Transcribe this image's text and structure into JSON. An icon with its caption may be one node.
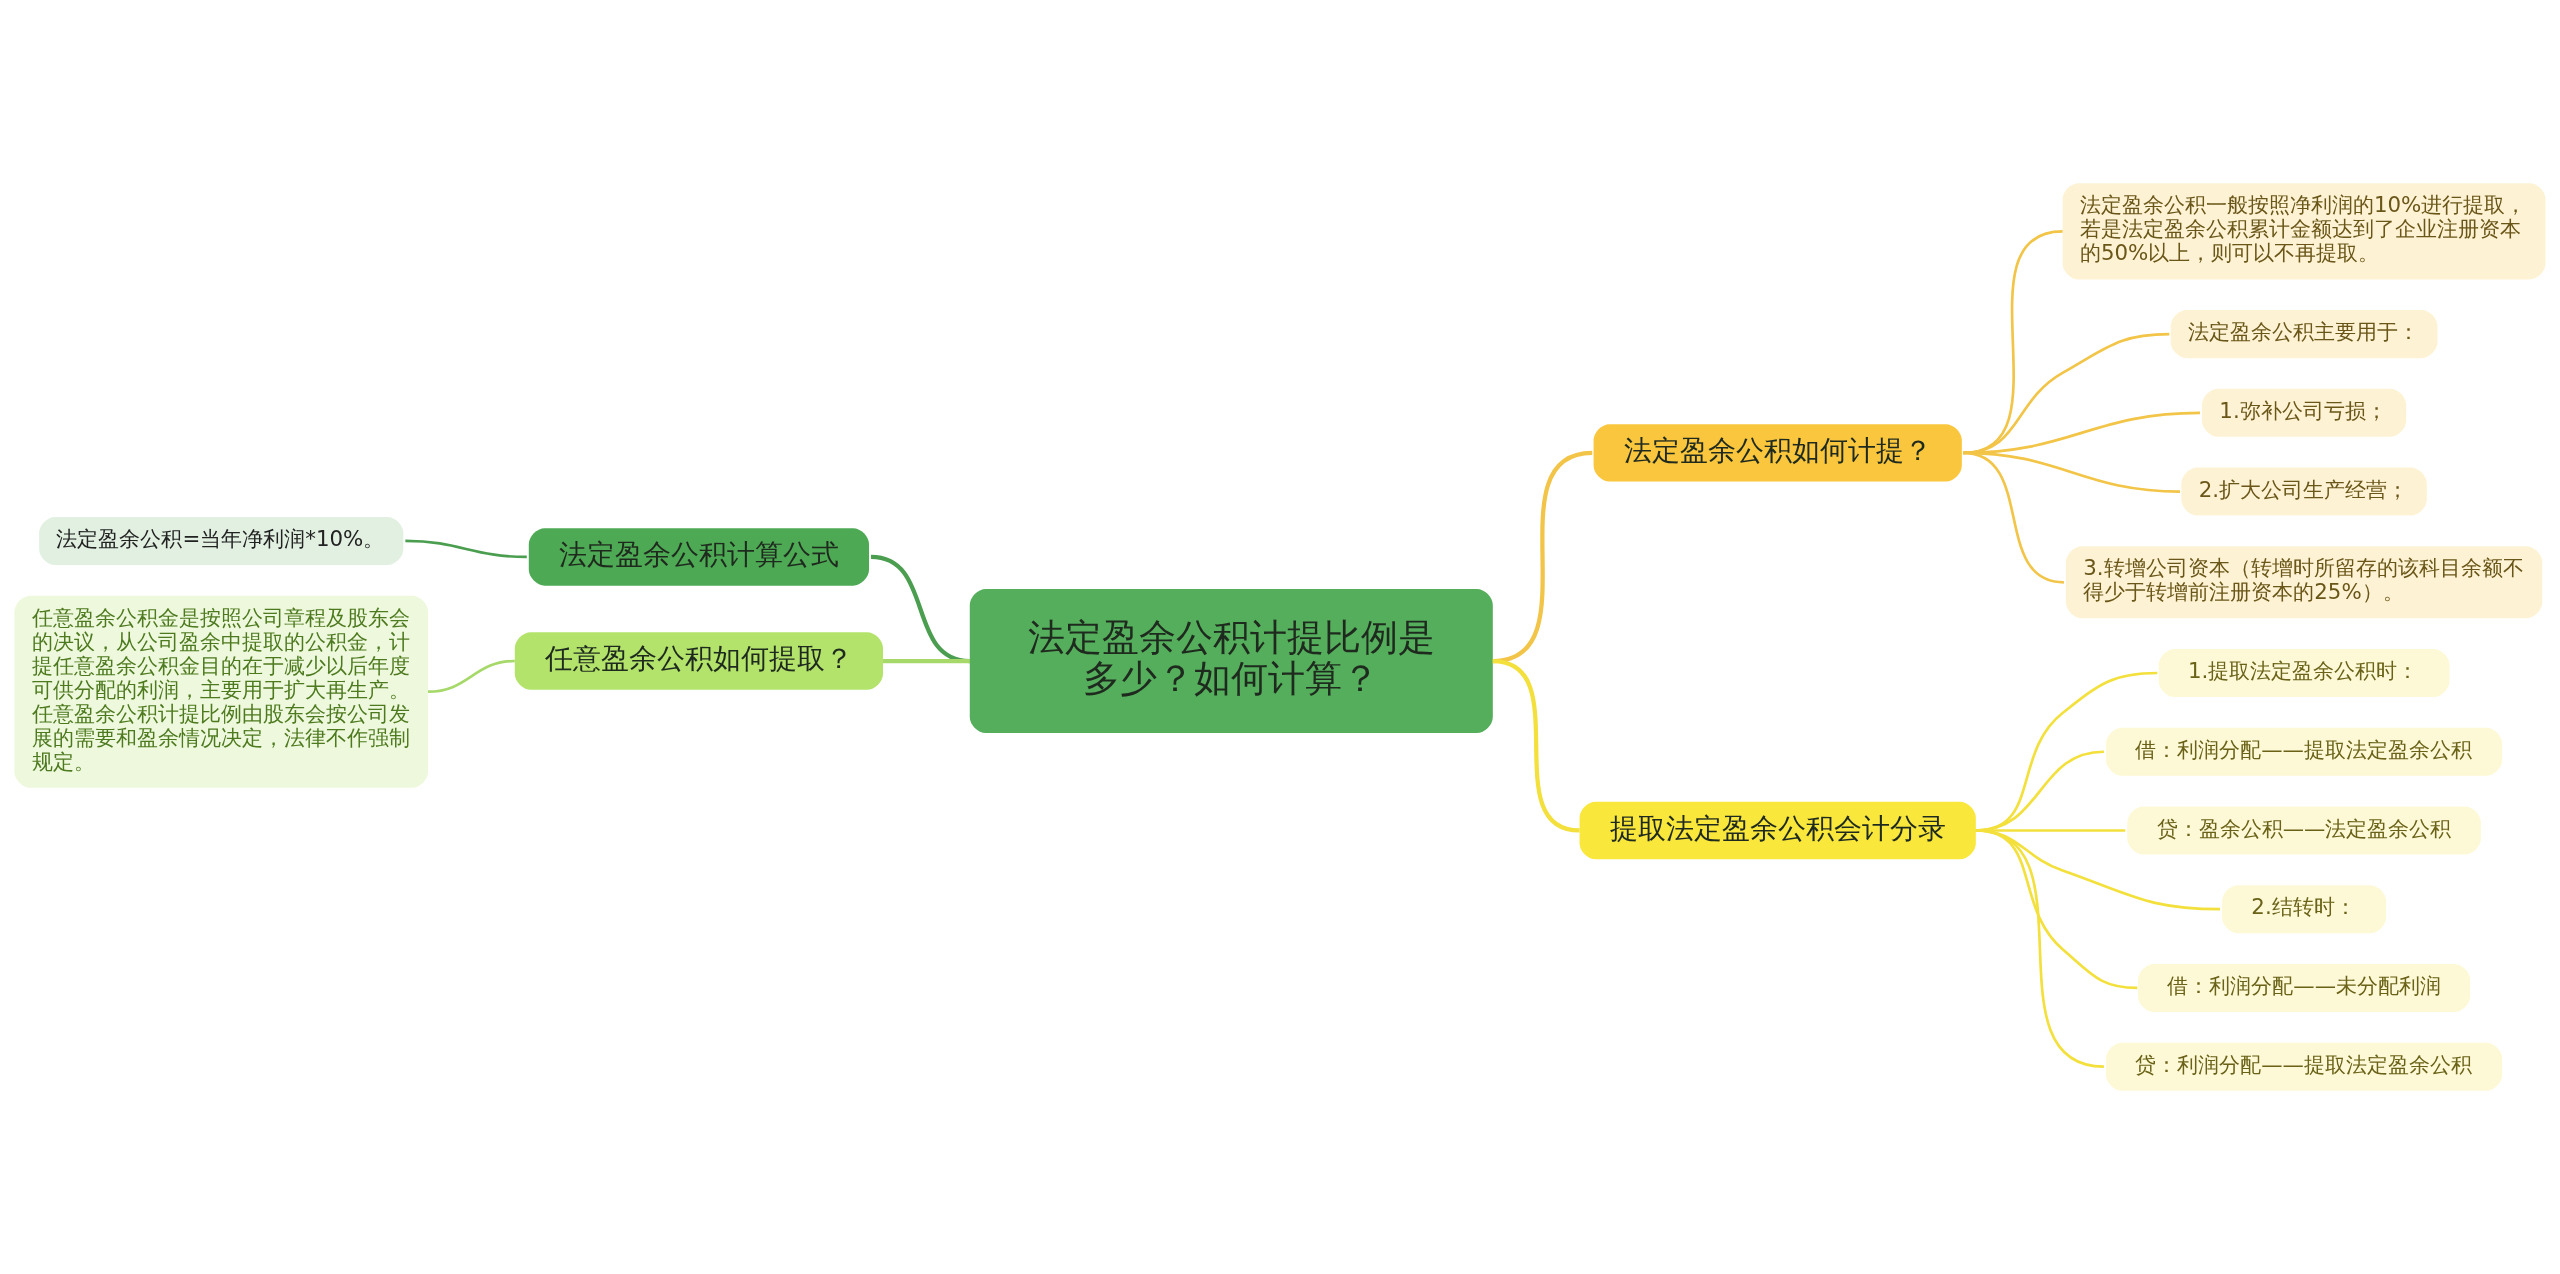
{
  "diagram": {
    "nodes": [
      {
        "text": [
          "法定盈余公积计提比例是多少？如何计算？"
        ]
      },
      {
        "text": [
          "法定盈余公积计算公式"
        ]
      },
      {
        "text": [
          "法定盈余公积=当年净利润*10%。"
        ]
      },
      {
        "text": [
          "任意盈余公积如何提取？"
        ]
      },
      {
        "text": [
          "任意盈余公积金是按照公司章程及股东会的决议，从公司盈余中提取的公积金，计提任意盈余公积金目的在于减少以后年度可供分配的利润，主要用于扩大再生产。任意盈余公积计提比例由股东会按公司发展的需要和盈余情况决定，法律不作强制规定。"
        ]
      },
      {
        "text": [
          "法定盈余公积如何计提？"
        ]
      },
      {
        "text": [
          "法定盈余公积一般按照净利润的10%进行提取，若是法定盈余公积累计金额达到了企业注册资本的50%以上，则可以不再提取。"
        ]
      },
      {
        "text": [
          "法定盈余公积主要用于："
        ]
      },
      {
        "text": [
          "1.弥补公司亏损；"
        ]
      },
      {
        "text": [
          "2.扩大公司生产经营；"
        ]
      },
      {
        "text": [
          "3.转增公司资本（转增时所留存的该科目余额不得少于转增前注册资本的25%）。"
        ]
      },
      {
        "text": [
          "提取法定盈余公积会计分录"
        ]
      },
      {
        "text": [
          "1.提取法定盈余公积时："
        ]
      },
      {
        "text": [
          "借：利润分配——提取法定盈余公积"
        ]
      },
      {
        "text": [
          "贷：盈余公积——法定盈余公积"
        ]
      },
      {
        "text": [
          "2.结转时："
        ]
      },
      {
        "text": [
          "借：利润分配——未分配利润"
        ]
      },
      {
        "text": [
          "贷：利润分配——提取法定盈余公积"
        ]
      }
    ],
    "edges": [
      {
        "from": 0,
        "to": 1,
        "arrow": "none",
        "color": "#4b9e4f"
      },
      {
        "from": 1,
        "to": 2,
        "arrow": "none",
        "color": "#4b9e4f"
      },
      {
        "from": 0,
        "to": 3,
        "arrow": "none",
        "color": "#a6d96a"
      },
      {
        "from": 3,
        "to": 4,
        "arrow": "none",
        "color": "#a6d96a"
      },
      {
        "from": 0,
        "to": 5,
        "arrow": "none",
        "color": "#f2c447"
      },
      {
        "from": 5,
        "to": 6,
        "arrow": "none",
        "color": "#f2c447"
      },
      {
        "from": 5,
        "to": 7,
        "arrow": "none",
        "color": "#f2c447"
      },
      {
        "from": 5,
        "to": 8,
        "arrow": "none",
        "color": "#f2c447"
      },
      {
        "from": 5,
        "to": 9,
        "arrow": "none",
        "color": "#f2c447"
      },
      {
        "from": 5,
        "to": 10,
        "arrow": "none",
        "color": "#f2c447"
      },
      {
        "from": 0,
        "to": 11,
        "arrow": "none"
      },
      {
        "from": 11,
        "to": 12,
        "arrow": "none"
      },
      {
        "from": 11,
        "to": 13,
        "arrow": "none"
      },
      {
        "from": 11,
        "to": 14,
        "arrow": "none"
      },
      {
        "from": 11,
        "to": 15,
        "arrow": "none"
      },
      {
        "from": 11,
        "to": 16,
        "arrow": "none"
      },
      {
        "from": 11,
        "to": 17,
        "arrow": "none"
      }
    ]
  }
}
